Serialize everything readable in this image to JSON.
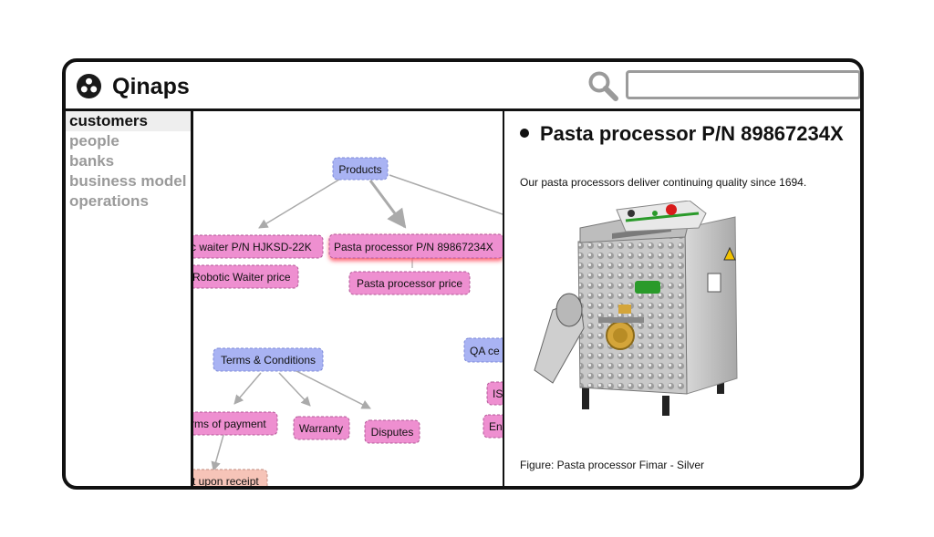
{
  "app": {
    "title": "Qinaps",
    "logo_icon": "trinity-circle-icon"
  },
  "search": {
    "icon": "search-icon",
    "value": "",
    "placeholder": ""
  },
  "sidebar": {
    "items": [
      {
        "label": "customers",
        "active": true
      },
      {
        "label": "people",
        "active": false
      },
      {
        "label": "banks",
        "active": false
      },
      {
        "label": "business model",
        "active": false
      },
      {
        "label": "operations",
        "active": false
      }
    ]
  },
  "graph": {
    "nodes": [
      {
        "id": "products",
        "label": "Products",
        "kind": "category"
      },
      {
        "id": "robotic-waiter",
        "label": "c waiter P/N HJKSD-22K",
        "kind": "item"
      },
      {
        "id": "pasta-processor",
        "label": "Pasta processor P/N 89867234X",
        "kind": "item-selected"
      },
      {
        "id": "robotic-waiter-price",
        "label": "Robotic Waiter price",
        "kind": "item"
      },
      {
        "id": "pasta-processor-price",
        "label": "Pasta processor price",
        "kind": "item"
      },
      {
        "id": "terms",
        "label": "Terms & Conditions",
        "kind": "category"
      },
      {
        "id": "terms-of-payment",
        "label": "rms of payment",
        "kind": "item"
      },
      {
        "id": "warranty",
        "label": "Warranty",
        "kind": "item"
      },
      {
        "id": "disputes",
        "label": "Disputes",
        "kind": "item"
      },
      {
        "id": "qa",
        "label": "QA ce",
        "kind": "category"
      },
      {
        "id": "is",
        "label": "IS",
        "kind": "item"
      },
      {
        "id": "en",
        "label": "En",
        "kind": "item"
      },
      {
        "id": "upon-receipt",
        "label": "t upon receipt",
        "kind": "leaf"
      }
    ],
    "colors": {
      "category_fill": "#a9b3f3",
      "item_fill": "#ee8fd0",
      "leaf_fill": "#f6c4b8",
      "edge": "#aaaaaa",
      "selected_glow": "#ff5a6a"
    }
  },
  "detail": {
    "title": "Pasta processor P/N 89867234X",
    "description": "Our pasta processors deliver continuing quality since 1694.",
    "image_icon": "pasta-machine-image",
    "caption": "Figure: Pasta processor Fimar - Silver"
  }
}
